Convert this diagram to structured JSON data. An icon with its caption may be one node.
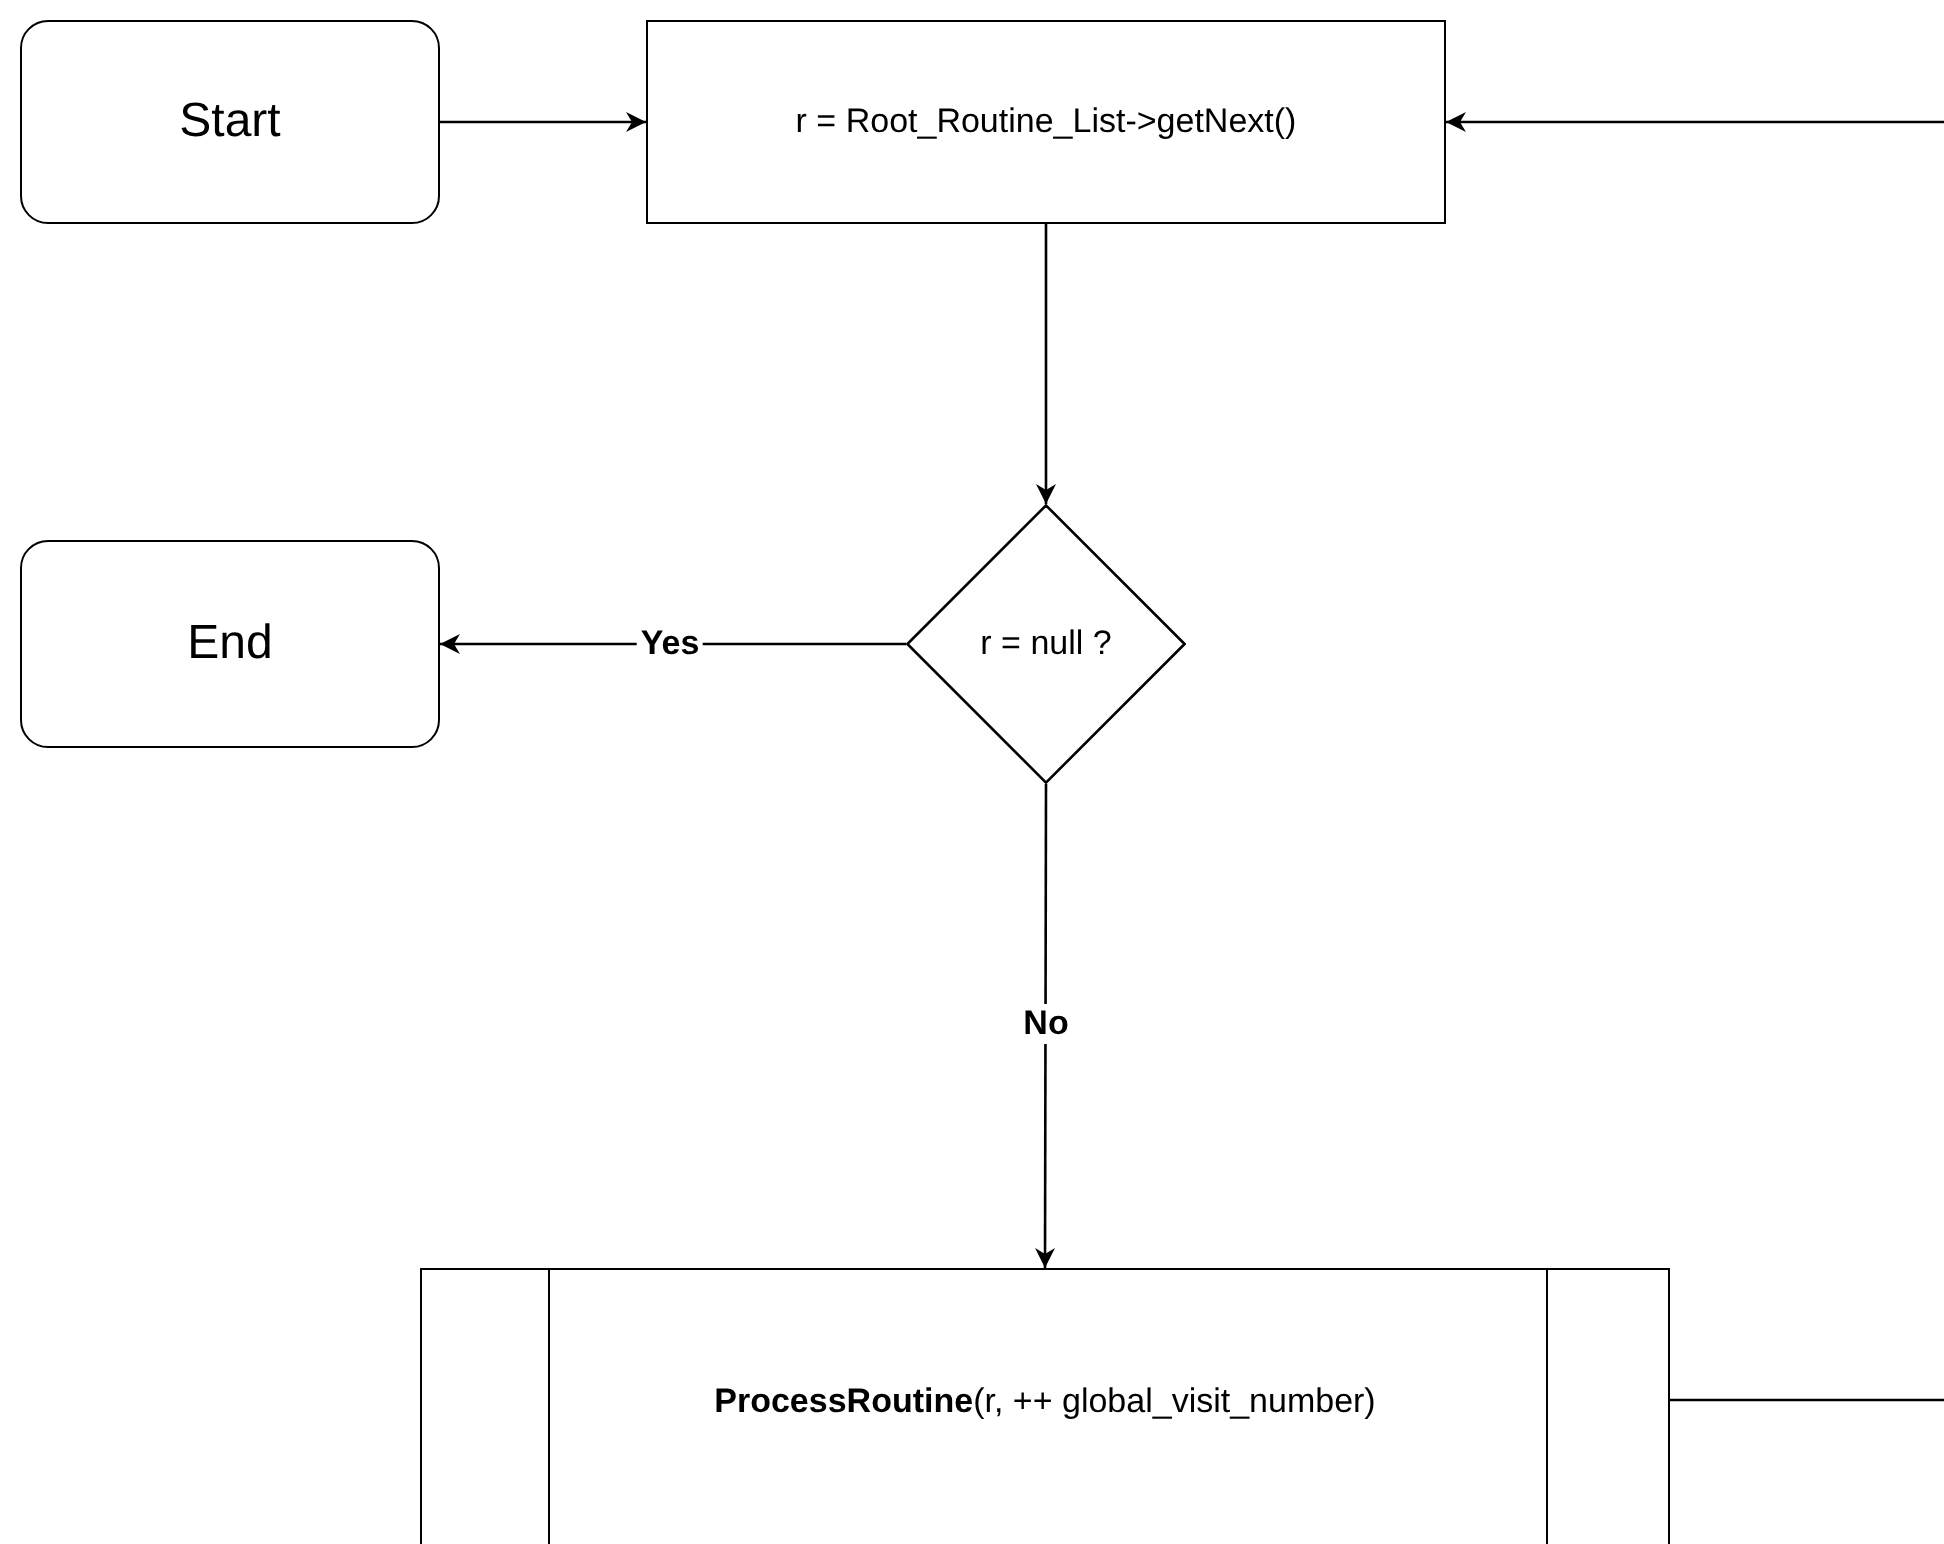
{
  "diagram": {
    "nodes": [
      {
        "text": [
          "Start"
        ]
      },
      {
        "text": [
          "r = Root_Routine_List->getNext()"
        ]
      },
      {
        "text": [
          "r = null ?"
        ]
      },
      {
        "text": [
          "End"
        ]
      },
      {
        "text": [
          "**ProcessRoutine**(r, ++ global_visit_number)"
        ]
      }
    ],
    "edges": [
      {
        "from": 0,
        "to": 1,
        "arrow": "to"
      },
      {
        "from": 1,
        "to": 2,
        "arrow": "to"
      },
      {
        "from": 2,
        "to": 3,
        "label": "Yes",
        "arrow": "to"
      },
      {
        "from": 2,
        "to": 4,
        "label": "No",
        "arrow": "to"
      },
      {
        "from": 4,
        "to": 1,
        "arrow": "to"
      }
    ]
  }
}
